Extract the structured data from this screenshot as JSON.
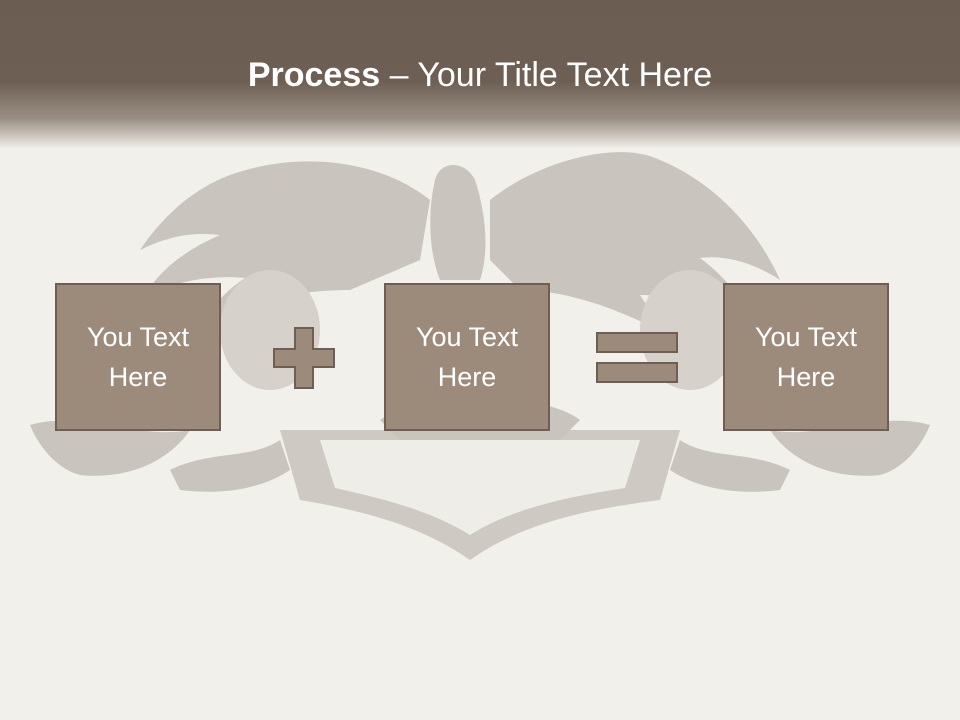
{
  "slide": {
    "title_bold": "Process",
    "title_rest": " – Your Title Text Here"
  },
  "boxes": [
    {
      "text": "You Text Here"
    },
    {
      "text": "You Text Here"
    },
    {
      "text": "You Text Here"
    }
  ],
  "operators": [
    "plus-icon",
    "equals-icon"
  ],
  "colors": {
    "header": "#6b5d51",
    "background": "#f2f0eb",
    "box_fill": "#9c8b7b",
    "box_border": "#6e5f52",
    "emblem": "#c9c4bd"
  }
}
